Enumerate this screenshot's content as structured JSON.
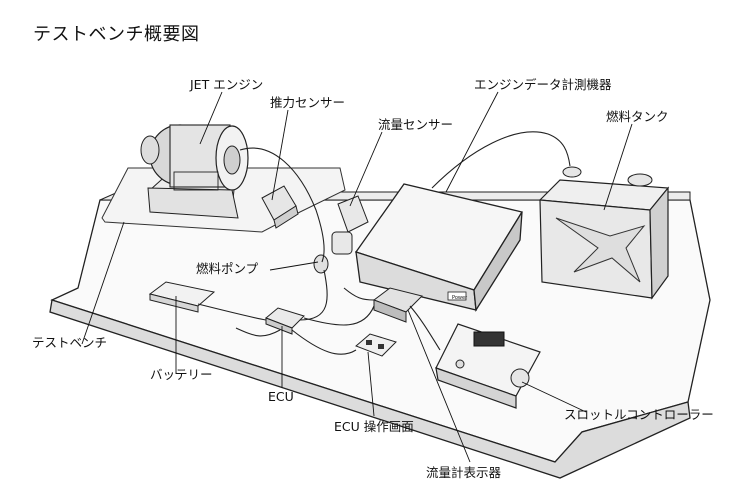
{
  "title": "テストベンチ概要図",
  "labels": {
    "jet_engine": "JET エンジン",
    "thrust_sensor": "推力センサー",
    "flow_sensor": "流量センサー",
    "engine_data_instrument": "エンジンデータ計測機器",
    "fuel_tank": "燃料タンク",
    "fuel_pump": "燃料ポンプ",
    "test_bench": "テストベンチ",
    "battery": "バッテリー",
    "ecu": "ECU",
    "ecu_panel": "ECU 操作画面",
    "flow_display": "流量計表示器",
    "throttle_controller": "スロットルコントローラー"
  },
  "device_text": {
    "power_label": "Power"
  }
}
